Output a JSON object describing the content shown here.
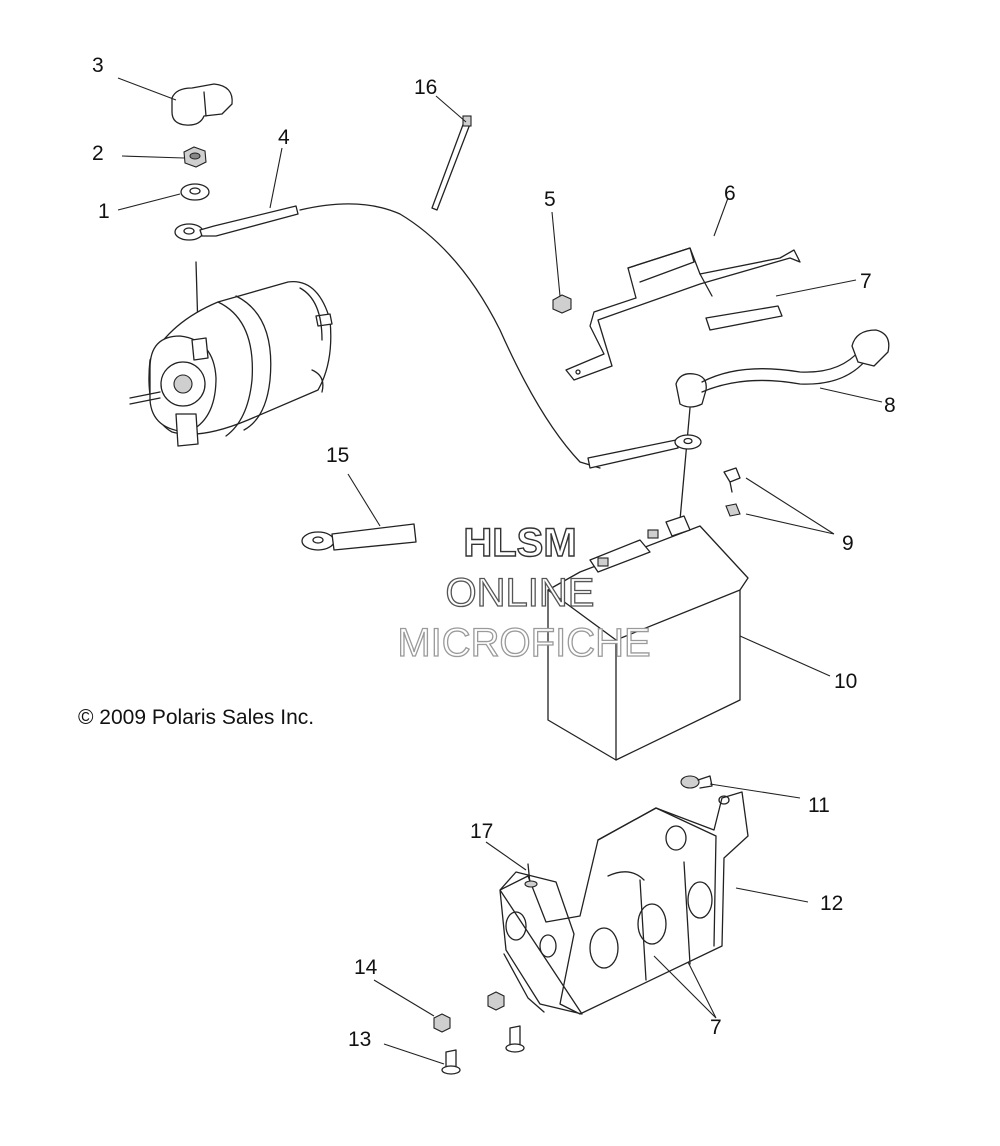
{
  "copyright": "© 2009 Polaris Sales Inc.",
  "watermark": [
    "HLSM",
    "ONLINE",
    "MICROFICHE"
  ],
  "callouts": [
    "1",
    "2",
    "3",
    "4",
    "5",
    "6",
    "7",
    "8",
    "9",
    "10",
    "11",
    "12",
    "13",
    "14",
    "15",
    "16",
    "17",
    "7"
  ]
}
